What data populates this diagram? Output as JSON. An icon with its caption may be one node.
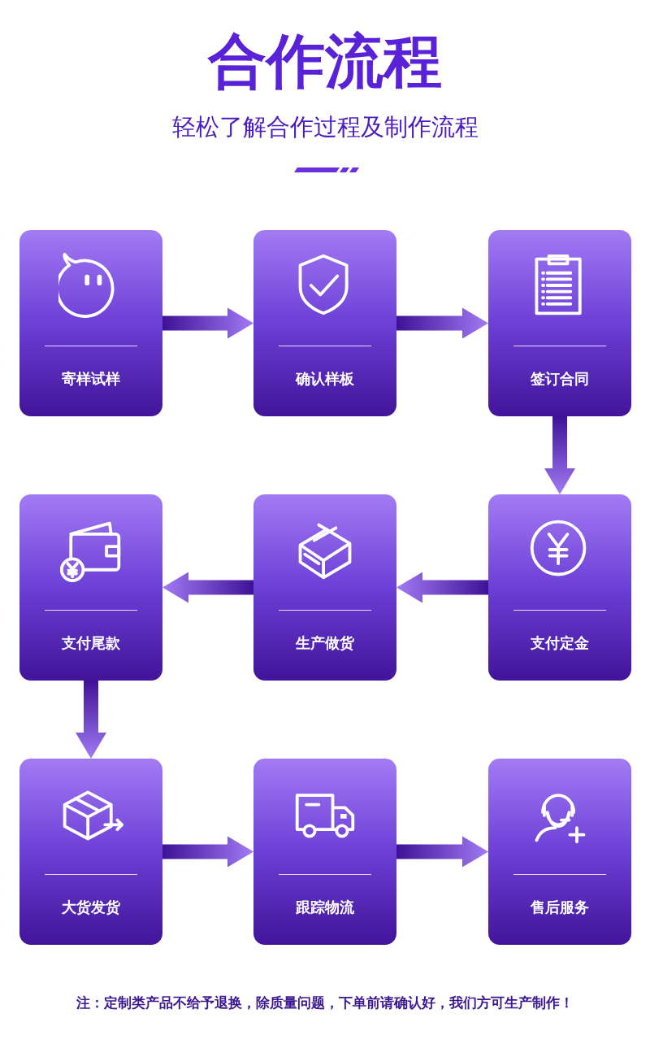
{
  "diagram": {
    "title": "合作流程",
    "nodes": [
      {
        "text": [
          "寄样试样"
        ]
      },
      {
        "text": [
          "确认样板"
        ]
      },
      {
        "text": [
          "签订合同"
        ]
      },
      {
        "text": [
          "支付尾款"
        ]
      },
      {
        "text": [
          "生产做货"
        ]
      },
      {
        "text": [
          "支付定金"
        ]
      },
      {
        "text": [
          "大货发货"
        ]
      },
      {
        "text": [
          "跟踪物流"
        ]
      },
      {
        "text": [
          "售后服务"
        ]
      }
    ],
    "edges": [
      {
        "from": 0,
        "to": 1,
        "arrow": "to"
      },
      {
        "from": 1,
        "to": 2,
        "arrow": "to"
      },
      {
        "from": 2,
        "to": 5,
        "arrow": "to"
      },
      {
        "from": 5,
        "to": 4,
        "arrow": "to"
      },
      {
        "from": 4,
        "to": 3,
        "arrow": "to"
      },
      {
        "from": 3,
        "to": 6,
        "arrow": "to"
      },
      {
        "from": 6,
        "to": 7,
        "arrow": "to"
      },
      {
        "from": 7,
        "to": 8,
        "arrow": "to"
      }
    ],
    "labels": [
      "轻松了解合作过程及制作流程",
      "注：定制类产品不给予退换，除质量问题，下单前请确认好，我们方可生产制作！"
    ]
  }
}
